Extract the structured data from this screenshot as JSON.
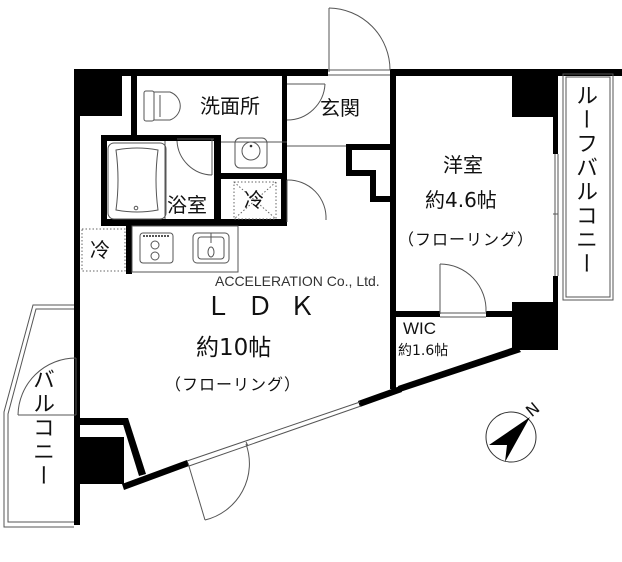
{
  "floor_plan": {
    "watermark": "ACCELERATION Co., Ltd.",
    "rooms": {
      "washroom": {
        "label": "洗面所"
      },
      "entrance": {
        "label": "玄関"
      },
      "western_room": {
        "label": "洋室",
        "size": "約4.6帖",
        "flooring": "（フローリング）"
      },
      "bathroom": {
        "label": "浴室"
      },
      "fridge_1": {
        "label": "冷"
      },
      "fridge_2": {
        "label": "冷"
      },
      "ldk": {
        "label": "ＬＤＫ",
        "size": "約10帖",
        "flooring": "（フローリング）"
      },
      "wic": {
        "label": "WIC",
        "size": "約1.6帖"
      },
      "roof_balcony": {
        "label": "ルーフバルコニー"
      },
      "balcony": {
        "label": "バルコニー"
      }
    },
    "compass": {
      "label": "N"
    },
    "colors": {
      "wall": "#000000",
      "line": "#555555",
      "background": "#ffffff"
    }
  }
}
